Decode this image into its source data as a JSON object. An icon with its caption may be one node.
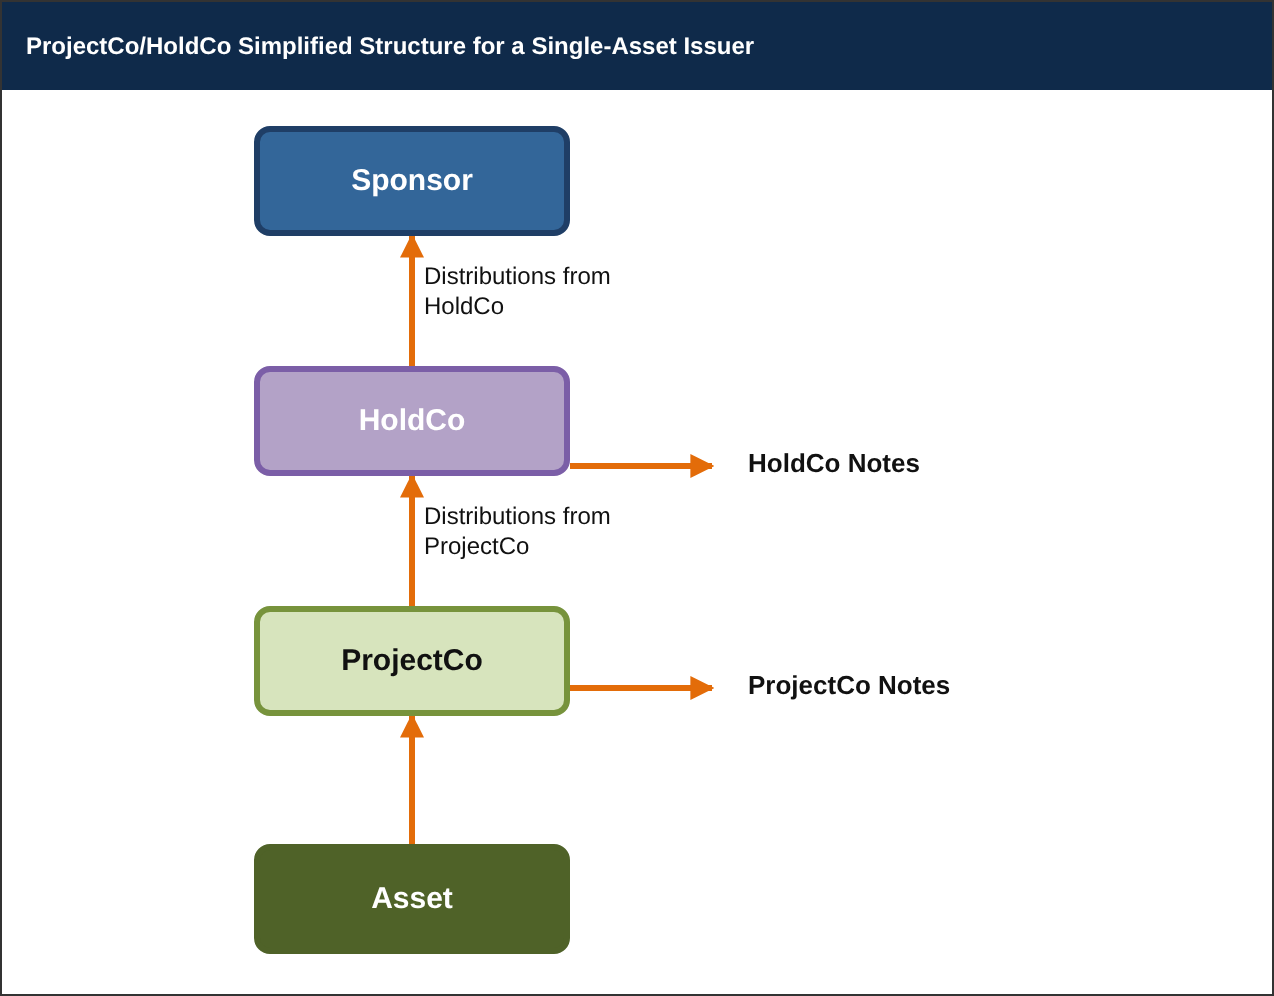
{
  "diagram": {
    "title": "ProjectCo/HoldCo Simplified Structure for a Single-Asset Issuer",
    "nodes": [
      {
        "text": [
          "Sponsor"
        ]
      },
      {
        "text": [
          "HoldCo"
        ]
      },
      {
        "text": [
          "ProjectCo"
        ]
      },
      {
        "text": [
          "Asset"
        ]
      },
      {
        "text": [
          "HoldCo Notes"
        ]
      },
      {
        "text": [
          "ProjectCo Notes"
        ]
      }
    ],
    "edges": [
      {
        "from": 1,
        "to": 0,
        "arrow": "to",
        "label": "Distributions from HoldCo"
      },
      {
        "from": 1,
        "to": 4,
        "arrow": "to"
      },
      {
        "from": 2,
        "to": 1,
        "arrow": "to",
        "label": "Distributions from ProjectCo"
      },
      {
        "from": 2,
        "to": 5,
        "arrow": "to"
      },
      {
        "from": 3,
        "to": 2,
        "arrow": "to"
      }
    ]
  }
}
